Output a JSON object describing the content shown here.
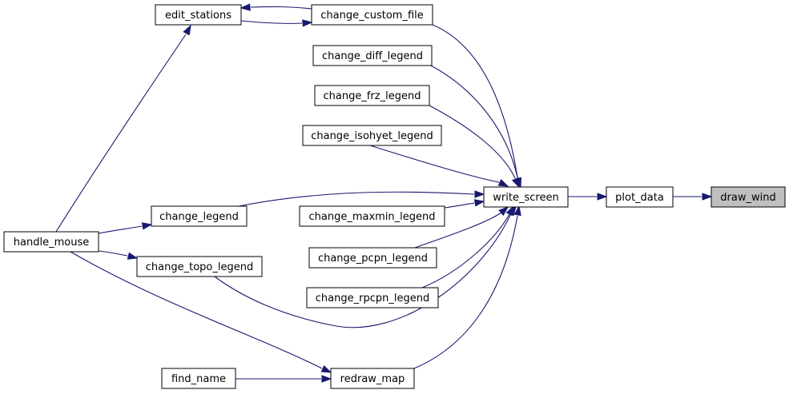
{
  "graph": {
    "root": "draw_wind",
    "colors": {
      "edge": "#191970",
      "node_fill": "#ffffff",
      "root_fill": "#bfbfbf",
      "node_border": "#000000"
    },
    "nodes": [
      {
        "id": "draw_wind",
        "label": "draw_wind"
      },
      {
        "id": "plot_data",
        "label": "plot_data"
      },
      {
        "id": "write_screen",
        "label": "write_screen"
      },
      {
        "id": "change_custom_file",
        "label": "change_custom_file"
      },
      {
        "id": "edit_stations",
        "label": "edit_stations"
      },
      {
        "id": "change_diff_legend",
        "label": "change_diff_legend"
      },
      {
        "id": "change_frz_legend",
        "label": "change_frz_legend"
      },
      {
        "id": "change_isohyet_legend",
        "label": "change_isohyet_legend"
      },
      {
        "id": "change_legend",
        "label": "change_legend"
      },
      {
        "id": "change_maxmin_legend",
        "label": "change_maxmin_legend"
      },
      {
        "id": "change_topo_legend",
        "label": "change_topo_legend"
      },
      {
        "id": "change_pcpn_legend",
        "label": "change_pcpn_legend"
      },
      {
        "id": "change_rpcpn_legend",
        "label": "change_rpcpn_legend"
      },
      {
        "id": "redraw_map",
        "label": "redraw_map"
      },
      {
        "id": "handle_mouse",
        "label": "handle_mouse"
      },
      {
        "id": "find_name",
        "label": "find_name"
      }
    ],
    "edges": [
      {
        "from": "plot_data",
        "to": "draw_wind"
      },
      {
        "from": "write_screen",
        "to": "plot_data"
      },
      {
        "from": "change_custom_file",
        "to": "write_screen"
      },
      {
        "from": "change_diff_legend",
        "to": "write_screen"
      },
      {
        "from": "change_frz_legend",
        "to": "write_screen"
      },
      {
        "from": "change_isohyet_legend",
        "to": "write_screen"
      },
      {
        "from": "change_legend",
        "to": "write_screen"
      },
      {
        "from": "change_maxmin_legend",
        "to": "write_screen"
      },
      {
        "from": "change_topo_legend",
        "to": "write_screen"
      },
      {
        "from": "change_pcpn_legend",
        "to": "write_screen"
      },
      {
        "from": "change_rpcpn_legend",
        "to": "write_screen"
      },
      {
        "from": "redraw_map",
        "to": "write_screen"
      },
      {
        "from": "edit_stations",
        "to": "change_custom_file"
      },
      {
        "from": "change_custom_file",
        "to": "edit_stations"
      },
      {
        "from": "handle_mouse",
        "to": "edit_stations"
      },
      {
        "from": "handle_mouse",
        "to": "change_legend"
      },
      {
        "from": "handle_mouse",
        "to": "change_topo_legend"
      },
      {
        "from": "handle_mouse",
        "to": "redraw_map"
      },
      {
        "from": "find_name",
        "to": "redraw_map"
      }
    ]
  }
}
